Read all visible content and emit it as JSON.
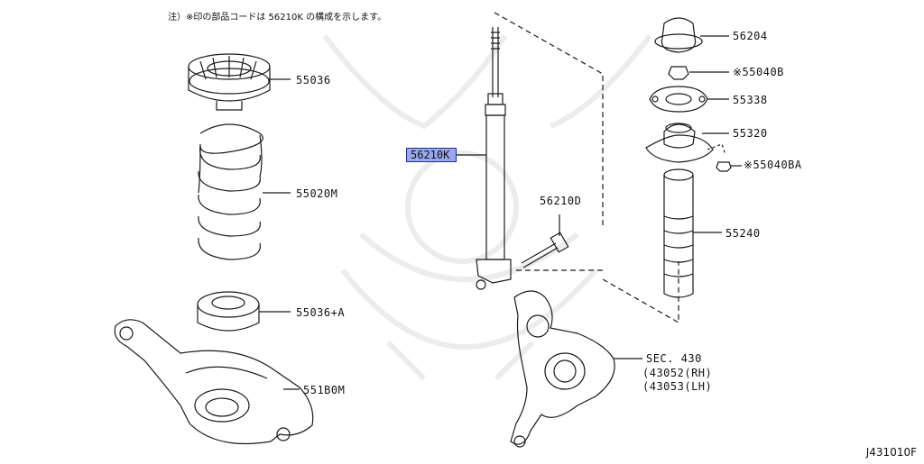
{
  "note": "注）※印の部品コードは 56210K の構成を示します。",
  "highlight_part": "56210K",
  "labels": {
    "p55036": "55036",
    "p55020m": "55020M",
    "p55036a": "55036+A",
    "p551b0m": "551B0M",
    "p56210d": "56210D",
    "p56204": "56204",
    "p55040b": "※55040B",
    "p55338": "55338",
    "p55320": "55320",
    "p55040ba": "※55040BA",
    "p55240": "55240",
    "sec_title": "SEC. 430",
    "sec_rh": "(43052(RH)",
    "sec_lh": "(43053(LH)"
  },
  "diagram_code": "J431010F",
  "colors": {
    "highlight_fill": "#9aa8ec",
    "highlight_border": "#23308c",
    "line": "#1a1a1a",
    "watermark": "#ececec"
  }
}
